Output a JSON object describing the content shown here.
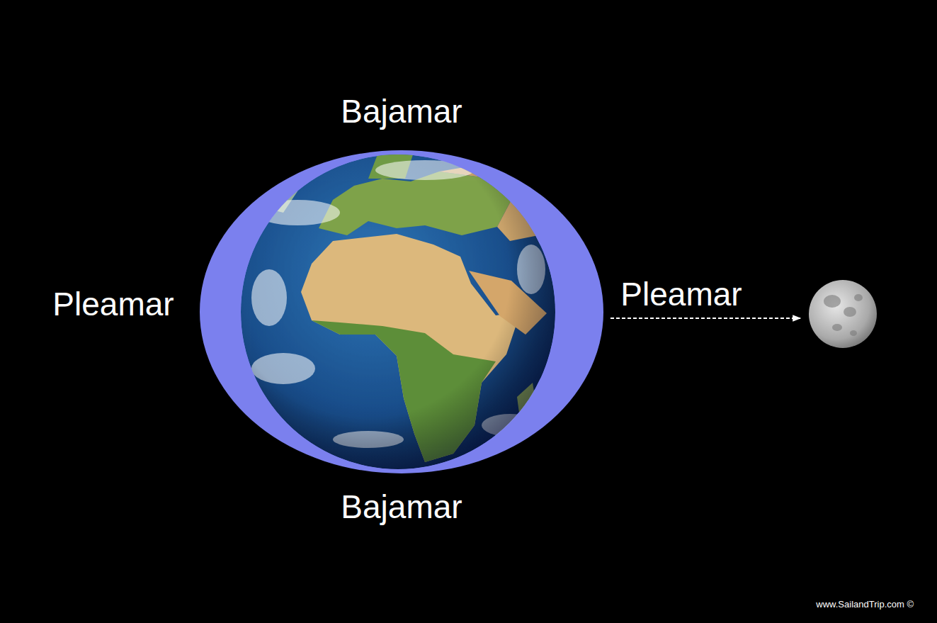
{
  "diagram": {
    "labels": [
      "Bajamar",
      "Pleamar",
      "Pleamar",
      "Bajamar",
      "www.SailandTrip.com ©"
    ]
  }
}
